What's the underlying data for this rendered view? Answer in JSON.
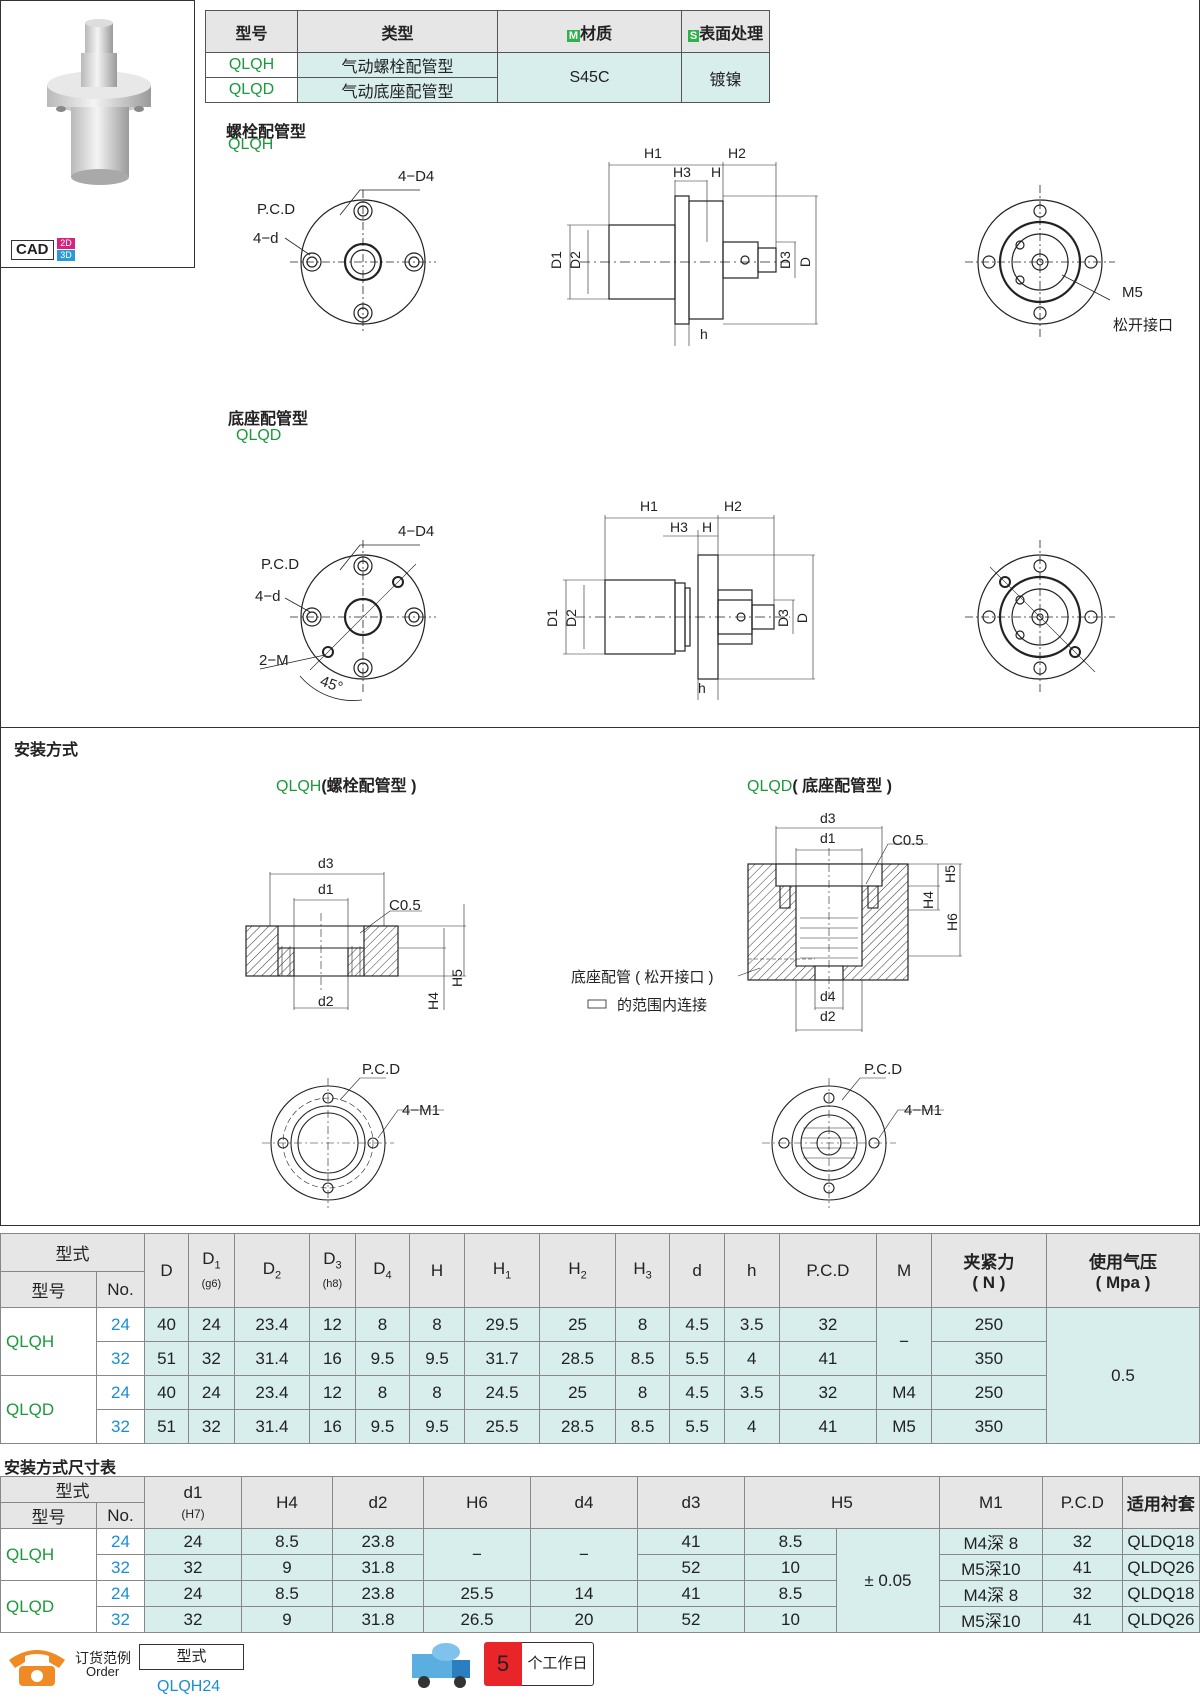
{
  "cad": {
    "label": "CAD",
    "tag2d": "2D",
    "tag3d": "3D"
  },
  "header_table": {
    "col_model": "型号",
    "col_type": "类型",
    "col_material_badge": "M",
    "col_material": "材质",
    "col_surface_badge": "S",
    "col_surface": "表面处理",
    "rows": [
      {
        "model": "QLQH",
        "type": "气动螺栓配管型"
      },
      {
        "model": "QLQD",
        "type": "气动底座配管型"
      }
    ],
    "material": "S45C",
    "surface": "镀镍"
  },
  "section_qlqh": {
    "title": "螺栓配管型",
    "code": "QLQH"
  },
  "section_qlqd": {
    "title": "底座配管型",
    "code": "QLQD"
  },
  "dims": {
    "d4_label": "4−D4",
    "pcd": "P.C.D",
    "d_holes": "4−d",
    "m_holes": "2−M",
    "angle": "45°",
    "H1": "H1",
    "H2": "H2",
    "H3": "H3",
    "H": "H",
    "h": "h",
    "D1": "D1",
    "D2": "D2",
    "D3": "D3",
    "D": "D",
    "m5": "M5",
    "release_port": "松开接口"
  },
  "install": {
    "title": "安装方式",
    "qlqh_title": "QLQH",
    "qlqh_title_cn": "(螺栓配管型 )",
    "qlqd_title": "QLQD",
    "qlqd_title_cn": "( 底座配管型 )",
    "d3": "d3",
    "d1": "d1",
    "d2": "d2",
    "d4": "d4",
    "c05": "C0.5",
    "H4": "H4",
    "H5": "H5",
    "H6": "H6",
    "pcd": "P.C.D",
    "m1": "4−M1",
    "port_note1": "底座配管 ( 松开接口 )",
    "port_note2": "的范围内连接"
  },
  "spec_table": {
    "h_type": "型式",
    "h_model": "型号",
    "h_no": "No.",
    "cols": [
      {
        "m": "D",
        "s": ""
      },
      {
        "m": "D",
        "sub": "1",
        "s": "(g6)"
      },
      {
        "m": "D",
        "sub": "2",
        "s": ""
      },
      {
        "m": "D",
        "sub": "3",
        "s": "(h8)"
      },
      {
        "m": "D",
        "sub": "4",
        "s": ""
      },
      {
        "m": "H",
        "s": ""
      },
      {
        "m": "H",
        "sub": "1",
        "s": ""
      },
      {
        "m": "H",
        "sub": "2",
        "s": ""
      },
      {
        "m": "H",
        "sub": "3",
        "s": ""
      },
      {
        "m": "d",
        "s": ""
      },
      {
        "m": "h",
        "s": ""
      },
      {
        "m": "P.C.D",
        "s": ""
      },
      {
        "m": "M",
        "s": ""
      },
      {
        "m": "夹紧力",
        "s": "( N )"
      },
      {
        "m": "使用气压",
        "s": "( Mpa )"
      }
    ],
    "rows": [
      {
        "model": "QLQH",
        "no": "24",
        "v": [
          "40",
          "24",
          "23.4",
          "12",
          "8",
          "8",
          "29.5",
          "25",
          "8",
          "4.5",
          "3.5",
          "32"
        ],
        "f": "250"
      },
      {
        "model": "",
        "no": "32",
        "v": [
          "51",
          "32",
          "31.4",
          "16",
          "9.5",
          "9.5",
          "31.7",
          "28.5",
          "8.5",
          "5.5",
          "4",
          "41"
        ],
        "f": "350"
      },
      {
        "model": "QLQD",
        "no": "24",
        "v": [
          "40",
          "24",
          "23.4",
          "12",
          "8",
          "8",
          "24.5",
          "25",
          "8",
          "4.5",
          "3.5",
          "32"
        ],
        "m": "M4",
        "f": "250"
      },
      {
        "model": "",
        "no": "32",
        "v": [
          "51",
          "32",
          "31.4",
          "16",
          "9.5",
          "9.5",
          "25.5",
          "28.5",
          "8.5",
          "5.5",
          "4",
          "41"
        ],
        "m": "M5",
        "f": "350"
      }
    ],
    "m_dash": "−",
    "pressure": "0.5"
  },
  "install_table": {
    "title": "安装方式尺寸表",
    "h_type": "型式",
    "h_model": "型号",
    "h_no": "No.",
    "h_d1": "d1",
    "h_d1s": "(H7)",
    "h_H4": "H4",
    "h_d2": "d2",
    "h_H6": "H6",
    "h_d4": "d4",
    "h_d3": "d3",
    "h_H5": "H5",
    "h_M1": "M1",
    "h_pcd": "P.C.D",
    "h_bush": "适用衬套",
    "rows": [
      {
        "model": "QLQH",
        "no": "24",
        "d1": "24",
        "H4": "8.5",
        "d2": "23.8",
        "d3": "41",
        "H5": "8.5",
        "M1": "M4深 8",
        "pcd": "32",
        "bush": "QLDQ18"
      },
      {
        "model": "",
        "no": "32",
        "d1": "32",
        "H4": "9",
        "d2": "31.8",
        "d3": "52",
        "H5": "10",
        "M1": "M5深10",
        "pcd": "41",
        "bush": "QLDQ26"
      },
      {
        "model": "QLQD",
        "no": "24",
        "d1": "24",
        "H4": "8.5",
        "d2": "23.8",
        "H6": "25.5",
        "d4": "14",
        "d3": "41",
        "H5": "8.5",
        "M1": "M4深 8",
        "pcd": "32",
        "bush": "QLDQ18"
      },
      {
        "model": "",
        "no": "32",
        "d1": "32",
        "H4": "9",
        "d2": "31.8",
        "H6": "26.5",
        "d4": "20",
        "d3": "52",
        "H5": "10",
        "M1": "M5深10",
        "pcd": "41",
        "bush": "QLDQ26"
      }
    ],
    "dash": "−",
    "tol": "± 0.05"
  },
  "order": {
    "label_cn": "订货范例",
    "label_en": "Order",
    "box": "型式",
    "example": "QLQH24",
    "days_num": "5",
    "days_label": "个工作日"
  }
}
